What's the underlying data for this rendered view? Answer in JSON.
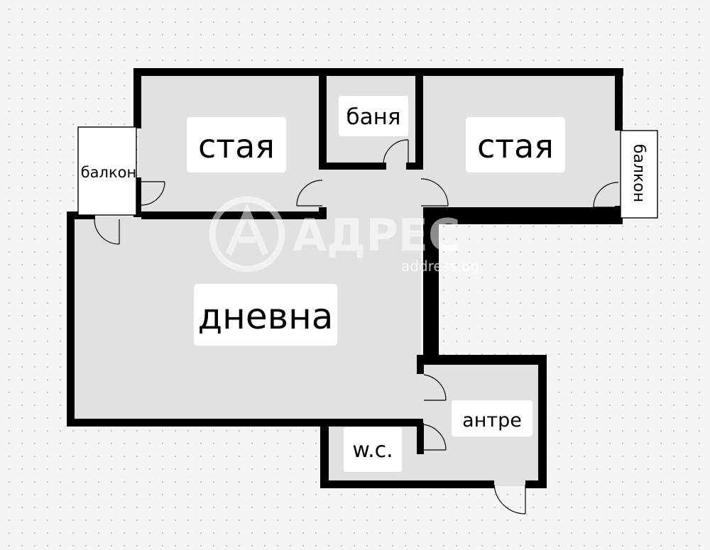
{
  "plan": {
    "rooms": {
      "room_left": "стая",
      "bathroom": "баня",
      "room_right": "стая",
      "living_room": "дневна",
      "wc": "w.c.",
      "entrance_hall": "антре",
      "balcony_left": "балкон",
      "balcony_right": "балкон"
    },
    "colors": {
      "room_fill": "#e1e1e1",
      "wall": "#000000",
      "background": "#f3f5f7"
    }
  },
  "watermark": {
    "brand": "АДРЕС",
    "url": "address.bg"
  }
}
